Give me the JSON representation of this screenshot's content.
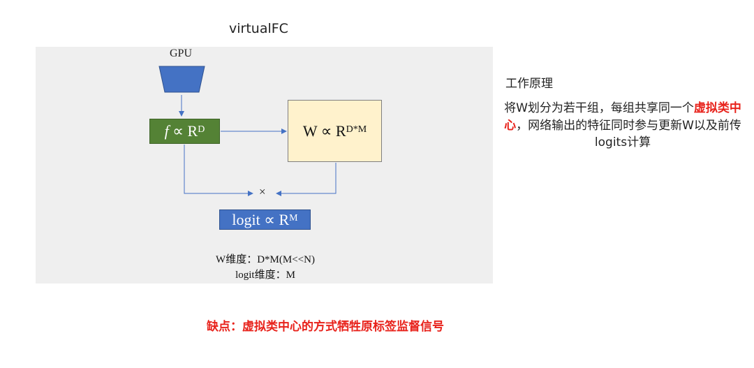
{
  "title": "virtualFC",
  "diagram": {
    "gpu_label": "GPU",
    "feature_box": {
      "symbol": "f",
      "relation": "∝ R",
      "sup": "D"
    },
    "weight_box": {
      "text": "W ∝ R",
      "sup": "D*M"
    },
    "combine_op": "×",
    "logit_box": {
      "text": "logit ∝ R",
      "sup": "M"
    },
    "note_w_dim": "W维度：D*M(M<<N)",
    "note_logit_dim": "logit维度：M",
    "colors": {
      "panel": "#efefef",
      "gpu": "#4472c4",
      "feature": "#548235",
      "weight": "#fff2cc",
      "logit": "#4472c4",
      "arrow": "#4472c4"
    }
  },
  "side": {
    "heading": "工作原理",
    "desc_before": "将W划分为若干组，每组共享同一个",
    "desc_highlight": "虚拟类中心",
    "desc_after": "，网络输出的特征同时参与更新W以及前传logits计算"
  },
  "drawback": "缺点：虚拟类中心的方式牺牲原标签监督信号"
}
